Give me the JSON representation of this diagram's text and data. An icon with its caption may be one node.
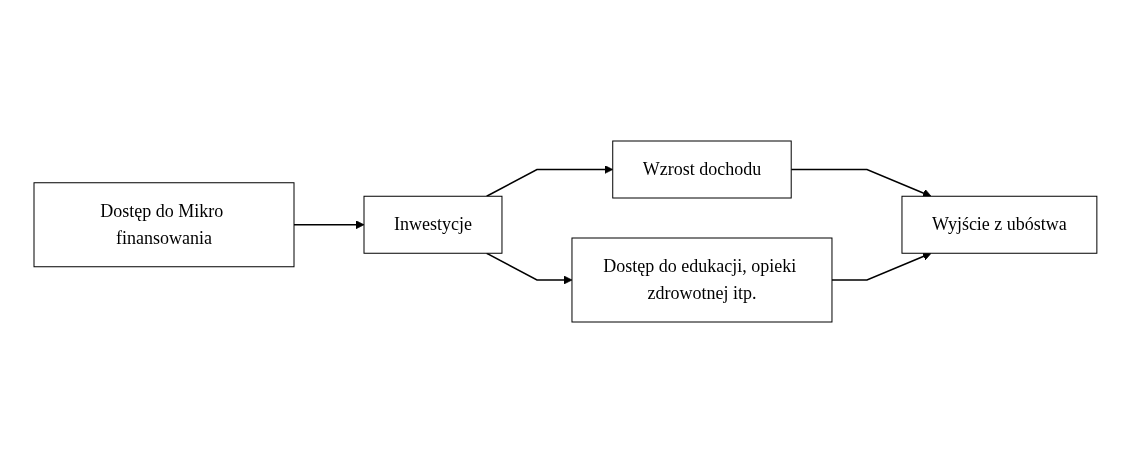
{
  "diagram": {
    "nodes": [
      {
        "text": [
          "Dostęp do Mikro finansowania"
        ]
      },
      {
        "text": [
          "Inwestycje"
        ]
      },
      {
        "text": [
          "Wzrost dochodu"
        ]
      },
      {
        "text": [
          "Dostęp do edukacji, opieki zdrowotnej itp."
        ]
      },
      {
        "text": [
          "Wyjście z ubóstwa"
        ]
      }
    ],
    "edges": [
      {
        "from": 0,
        "to": 1,
        "arrow": "to"
      },
      {
        "from": 1,
        "to": 2,
        "arrow": "to"
      },
      {
        "from": 1,
        "to": 3,
        "arrow": "to"
      },
      {
        "from": 2,
        "to": 4,
        "arrow": "to"
      },
      {
        "from": 3,
        "to": 4,
        "arrow": "to"
      }
    ]
  }
}
